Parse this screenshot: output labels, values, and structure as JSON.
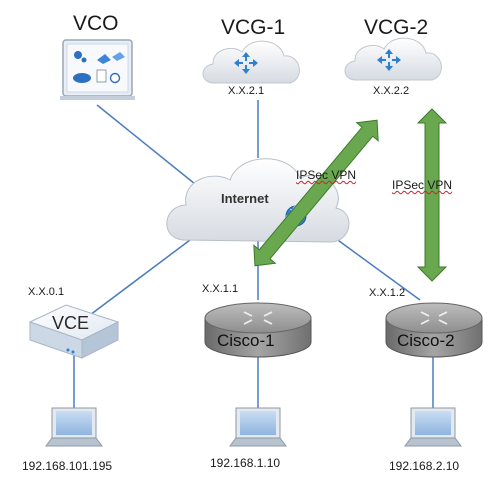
{
  "nodes": {
    "vco": {
      "label": "VCO"
    },
    "vcg1": {
      "label": "VCG-1",
      "address": "X.X.2.1"
    },
    "vcg2": {
      "label": "VCG-2",
      "address": "X.X.2.2"
    },
    "internet": {
      "label": "Internet"
    },
    "vce": {
      "label": "VCE",
      "address": "X.X.0.1"
    },
    "cisco1": {
      "label": "Cisco-1",
      "address": "X.X.1.1"
    },
    "cisco2": {
      "label": "Cisco-2",
      "address": "X.X.1.2"
    }
  },
  "hosts": [
    {
      "address": "192.168.101.195"
    },
    {
      "address": "192.168.1.10"
    },
    {
      "address": "192.168.2.10"
    }
  ],
  "tunnels": [
    {
      "label": "IPSec VPN"
    },
    {
      "label": "IPSec VPN"
    }
  ],
  "colors": {
    "link": "#4a7cc0",
    "tunnel": "#6aa84f",
    "cloud": "#dfe3e8",
    "router": "#8f8f8f",
    "gateway": "#2f7fd0"
  }
}
